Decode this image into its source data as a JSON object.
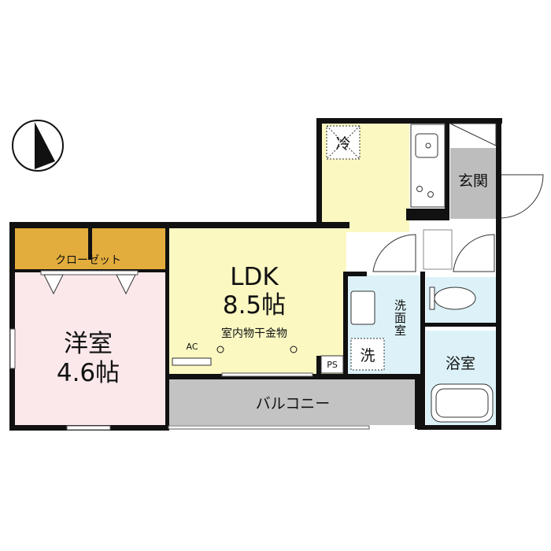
{
  "plan": {
    "rooms": {
      "western_room": {
        "name": "洋室",
        "size": "4.6帖"
      },
      "ldk": {
        "name": "LDK",
        "size": "8.5帖",
        "note": "室内物干金物",
        "ac": "AC"
      },
      "closet": {
        "name": "クローゼット"
      },
      "balcony": {
        "name": "バルコニー"
      },
      "entrance": {
        "name": "玄関"
      },
      "washroom": {
        "name": "洗面室",
        "washer": "洗"
      },
      "bathroom": {
        "name": "浴室"
      },
      "fridge": {
        "name": "冷"
      },
      "pipe_space": {
        "name": "PS"
      }
    },
    "colors": {
      "western_room": "#fbe8ea",
      "ldk": "#fbf8c2",
      "closet": "#e2ad3c",
      "balcony": "#c3c3c3",
      "entrance": "#bdbdbd",
      "wet_areas": "#dcf2f8",
      "wall": "#111111"
    }
  }
}
